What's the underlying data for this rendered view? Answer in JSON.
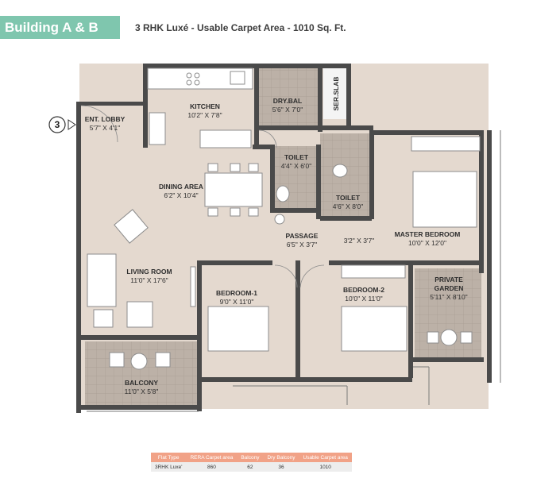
{
  "header": {
    "badge": "Building A & B",
    "subtitle": "3 RHK Luxé - Usable Carpet Area - 1010 Sq. Ft."
  },
  "plan": {
    "unit_number": "3",
    "rooms": {
      "ent_lobby": {
        "name": "ENT. LOBBY",
        "size": "5'7\" X 4'1\""
      },
      "kitchen": {
        "name": "KITCHEN",
        "size": "10'2\" X 7'8\""
      },
      "dry_bal": {
        "name": "DRY.BAL",
        "size": "5'6\" X 7'0\""
      },
      "ser_slab": {
        "name": "SER.SLAB"
      },
      "toilet_1": {
        "name": "TOILET",
        "size": "4'4\" X 6'0\""
      },
      "toilet_2": {
        "name": "TOILET",
        "size": "4'6\" X 8'0\""
      },
      "dining": {
        "name": "DINING AREA",
        "size": "6'2\" X 10'4\""
      },
      "passage": {
        "name": "PASSAGE",
        "size": "6'5\" X 3'7\""
      },
      "passage_2": {
        "size": "3'2\" X 3'7\""
      },
      "master_bedroom": {
        "name": "MASTER BEDROOM",
        "size": "10'0\" X 12'0\""
      },
      "living": {
        "name": "LIVING ROOM",
        "size": "11'0\" X 17'6\""
      },
      "bedroom_1": {
        "name": "BEDROOM-1",
        "size": "9'0\" X 11'0\""
      },
      "bedroom_2": {
        "name": "BEDROOM-2",
        "size": "10'0\" X 11'0\""
      },
      "private_garden": {
        "name_line1": "PRIVATE",
        "name_line2": "GARDEN",
        "size": "5'11\" X 8'10\""
      },
      "balcony": {
        "name": "BALCONY",
        "size": "11'0\" X 5'8\""
      }
    }
  },
  "area_table": {
    "headers": [
      "Flat Type",
      "RERA Carpet area",
      "Balcony",
      "Dry Balcony",
      "Usable Carpet area"
    ],
    "row": [
      "3RHK Luxe'",
      "860",
      "62",
      "36",
      "1010"
    ]
  },
  "colors": {
    "badge": "#7fc6ae",
    "marble": "#e4d9cf",
    "tile": "#bcb1a7",
    "wall": "#4a4a4a",
    "table_header": "#f1a287"
  }
}
